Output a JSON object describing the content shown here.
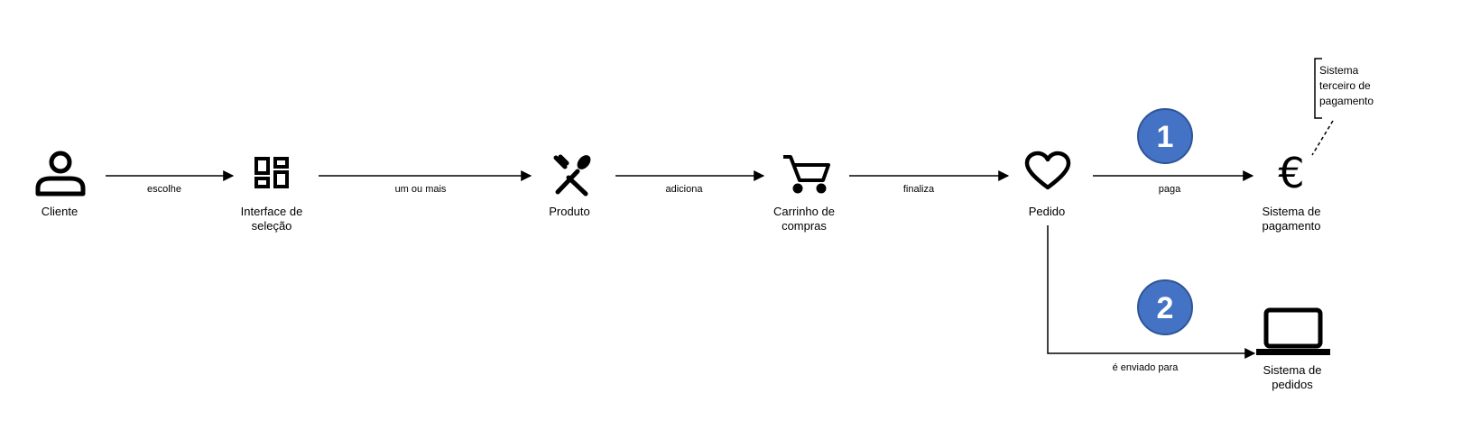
{
  "nodes": {
    "cliente": {
      "label": [
        "Cliente"
      ],
      "icon": "person-icon"
    },
    "interface": {
      "label": [
        "Interface de",
        "seleção"
      ],
      "icon": "dashboard-grid-icon"
    },
    "produto": {
      "label": [
        "Produto"
      ],
      "icon": "fork-spoon-icon"
    },
    "carrinho": {
      "label": [
        "Carrinho de",
        "compras"
      ],
      "icon": "shopping-cart-icon"
    },
    "pedido": {
      "label": [
        "Pedido"
      ],
      "icon": "heart-icon"
    },
    "pagamento": {
      "label": [
        "Sistema de",
        "pagamento"
      ],
      "icon": "euro-icon"
    },
    "pedidos": {
      "label": [
        "Sistema de",
        "pedidos"
      ],
      "icon": "laptop-icon"
    }
  },
  "edges": {
    "escolhe": "escolhe",
    "um_ou_mais": "um ou mais",
    "adiciona": "adiciona",
    "finaliza": "finaliza",
    "paga": "paga",
    "enviado": "é enviado para"
  },
  "annotation": {
    "lines": [
      "Sistema",
      "terceiro de",
      "pagamento"
    ]
  },
  "badges": {
    "one": "1",
    "two": "2"
  },
  "colors": {
    "badge_fill": "#4472C4",
    "badge_stroke": "#2F5597",
    "line": "#000000"
  }
}
